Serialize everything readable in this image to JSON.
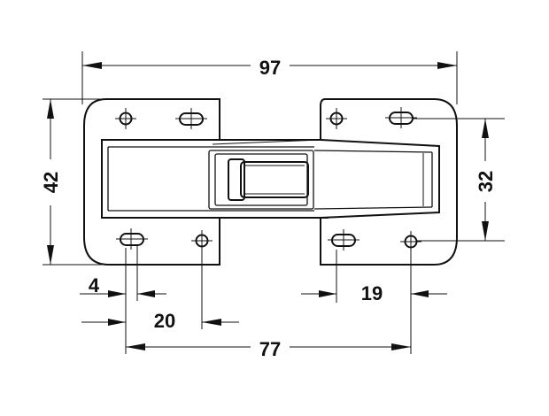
{
  "dimensions": {
    "overall_width": "97",
    "height": "42",
    "hole_vertical_spacing": "32",
    "hole_offset": "4",
    "hole_spacing_left": "20",
    "hole_spacing_right": "19",
    "hole_span": "77"
  },
  "colors": {
    "line": "#111111",
    "background": "#ffffff"
  }
}
